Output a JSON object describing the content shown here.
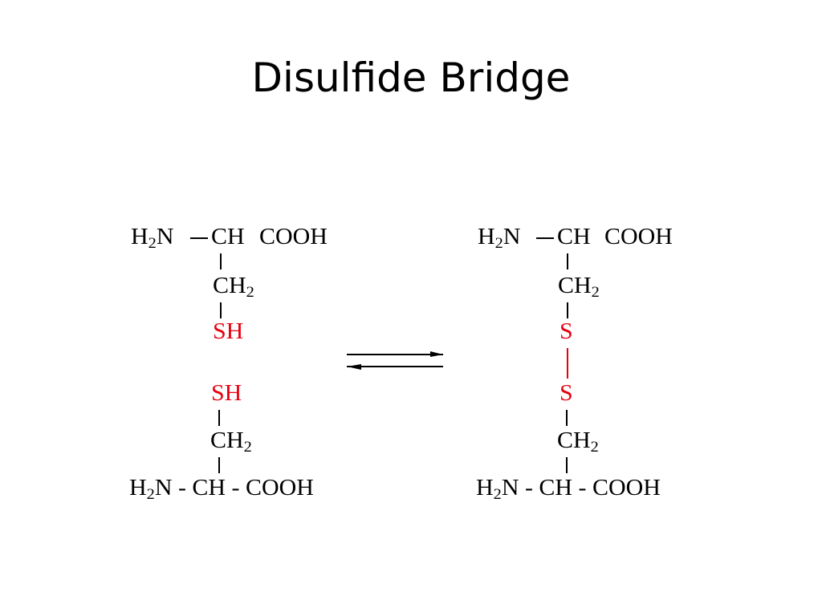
{
  "title": "Disulfide Bridge",
  "colors": {
    "highlight": "#e8000f",
    "text": "#000000"
  },
  "left": {
    "top_h2n_pre": "H",
    "top_h2n_sub": "2",
    "top_h2n_post": "N",
    "top_ch": "CH",
    "top_cooh": "COOH",
    "top_ch2_pre": "CH",
    "top_ch2_sub": "2",
    "top_sh": "SH",
    "bottom_sh": "SH",
    "bottom_ch2_pre": "CH",
    "bottom_ch2_sub": "2",
    "bottom_h2n_pre": "H",
    "bottom_h2n_sub": "2",
    "bottom_chain": "N - CH - COOH"
  },
  "right": {
    "top_h2n_pre": "H",
    "top_h2n_sub": "2",
    "top_h2n_post": "N",
    "top_ch": "CH",
    "top_cooh": "COOH",
    "top_ch2_pre": "CH",
    "top_ch2_sub": "2",
    "top_s": "S",
    "bottom_s": "S",
    "bottom_ch2_pre": "CH",
    "bottom_ch2_sub": "2",
    "bottom_h2n_pre": "H",
    "bottom_h2n_sub": "2",
    "bottom_chain": "N - CH - COOH"
  },
  "equilibrium_icon": "equilibrium-arrows-icon"
}
